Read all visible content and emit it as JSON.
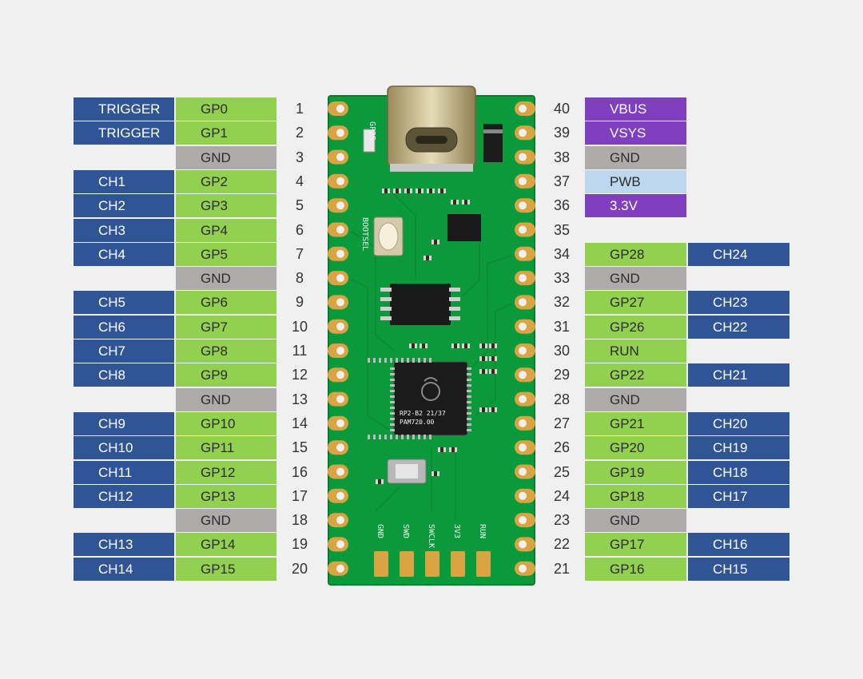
{
  "colors": {
    "ch": "#2f5597",
    "gp": "#92d050",
    "gnd": "#aeaaaa",
    "power": "#7f3fbf",
    "pwb": "#bdd7ee",
    "pcb": "#0a9a3c",
    "pad": "#d9a441",
    "background": "#f0f0f0"
  },
  "left_pins": [
    {
      "pin": "1",
      "func": "TRIGGER",
      "gpio": "GP0"
    },
    {
      "pin": "2",
      "func": "TRIGGER",
      "gpio": "GP1"
    },
    {
      "pin": "3",
      "func": "",
      "gpio": "GND"
    },
    {
      "pin": "4",
      "func": "CH1",
      "gpio": "GP2"
    },
    {
      "pin": "5",
      "func": "CH2",
      "gpio": "GP3"
    },
    {
      "pin": "6",
      "func": "CH3",
      "gpio": "GP4"
    },
    {
      "pin": "7",
      "func": "CH4",
      "gpio": "GP5"
    },
    {
      "pin": "8",
      "func": "",
      "gpio": "GND"
    },
    {
      "pin": "9",
      "func": "CH5",
      "gpio": "GP6"
    },
    {
      "pin": "10",
      "func": "CH6",
      "gpio": "GP7"
    },
    {
      "pin": "11",
      "func": "CH7",
      "gpio": "GP8"
    },
    {
      "pin": "12",
      "func": "CH8",
      "gpio": "GP9"
    },
    {
      "pin": "13",
      "func": "",
      "gpio": "GND"
    },
    {
      "pin": "14",
      "func": "CH9",
      "gpio": "GP10"
    },
    {
      "pin": "15",
      "func": "CH10",
      "gpio": "GP11"
    },
    {
      "pin": "16",
      "func": "CH11",
      "gpio": "GP12"
    },
    {
      "pin": "17",
      "func": "CH12",
      "gpio": "GP13"
    },
    {
      "pin": "18",
      "func": "",
      "gpio": "GND"
    },
    {
      "pin": "19",
      "func": "CH13",
      "gpio": "GP14"
    },
    {
      "pin": "20",
      "func": "CH14",
      "gpio": "GP15"
    }
  ],
  "right_pins": [
    {
      "pin": "40",
      "name": "VBUS",
      "type": "power",
      "func": ""
    },
    {
      "pin": "39",
      "name": "VSYS",
      "type": "power",
      "func": ""
    },
    {
      "pin": "38",
      "name": "GND",
      "type": "gnd",
      "func": ""
    },
    {
      "pin": "37",
      "name": "PWB",
      "type": "pwb",
      "func": ""
    },
    {
      "pin": "36",
      "name": "3.3V",
      "type": "power",
      "func": ""
    },
    {
      "pin": "35",
      "name": "",
      "type": "none",
      "func": ""
    },
    {
      "pin": "34",
      "name": "GP28",
      "type": "gp",
      "func": "CH24"
    },
    {
      "pin": "33",
      "name": "GND",
      "type": "gnd",
      "func": ""
    },
    {
      "pin": "32",
      "name": "GP27",
      "type": "gp",
      "func": "CH23"
    },
    {
      "pin": "31",
      "name": "GP26",
      "type": "gp",
      "func": "CH22"
    },
    {
      "pin": "30",
      "name": "RUN",
      "type": "gp",
      "func": ""
    },
    {
      "pin": "29",
      "name": "GP22",
      "type": "gp",
      "func": "CH21"
    },
    {
      "pin": "28",
      "name": "GND",
      "type": "gnd",
      "func": ""
    },
    {
      "pin": "27",
      "name": "GP21",
      "type": "gp",
      "func": "CH20"
    },
    {
      "pin": "26",
      "name": "GP20",
      "type": "gp",
      "func": "CH19"
    },
    {
      "pin": "25",
      "name": "GP19",
      "type": "gp",
      "func": "CH18"
    },
    {
      "pin": "24",
      "name": "GP18",
      "type": "gp",
      "func": "CH17"
    },
    {
      "pin": "23",
      "name": "GND",
      "type": "gnd",
      "func": ""
    },
    {
      "pin": "22",
      "name": "GP17",
      "type": "gp",
      "func": "CH16"
    },
    {
      "pin": "21",
      "name": "GP16",
      "type": "gp",
      "func": "CH15"
    }
  ],
  "board": {
    "silk_gp25": "GP25",
    "silk_bootsel": "BOOTSEL",
    "chip_line1": "RP2-B2   21/37",
    "chip_line2": "PAM720.00",
    "debug_labels": [
      "GND",
      "SWD",
      "SWCLK",
      "3V3",
      "RUN"
    ]
  }
}
